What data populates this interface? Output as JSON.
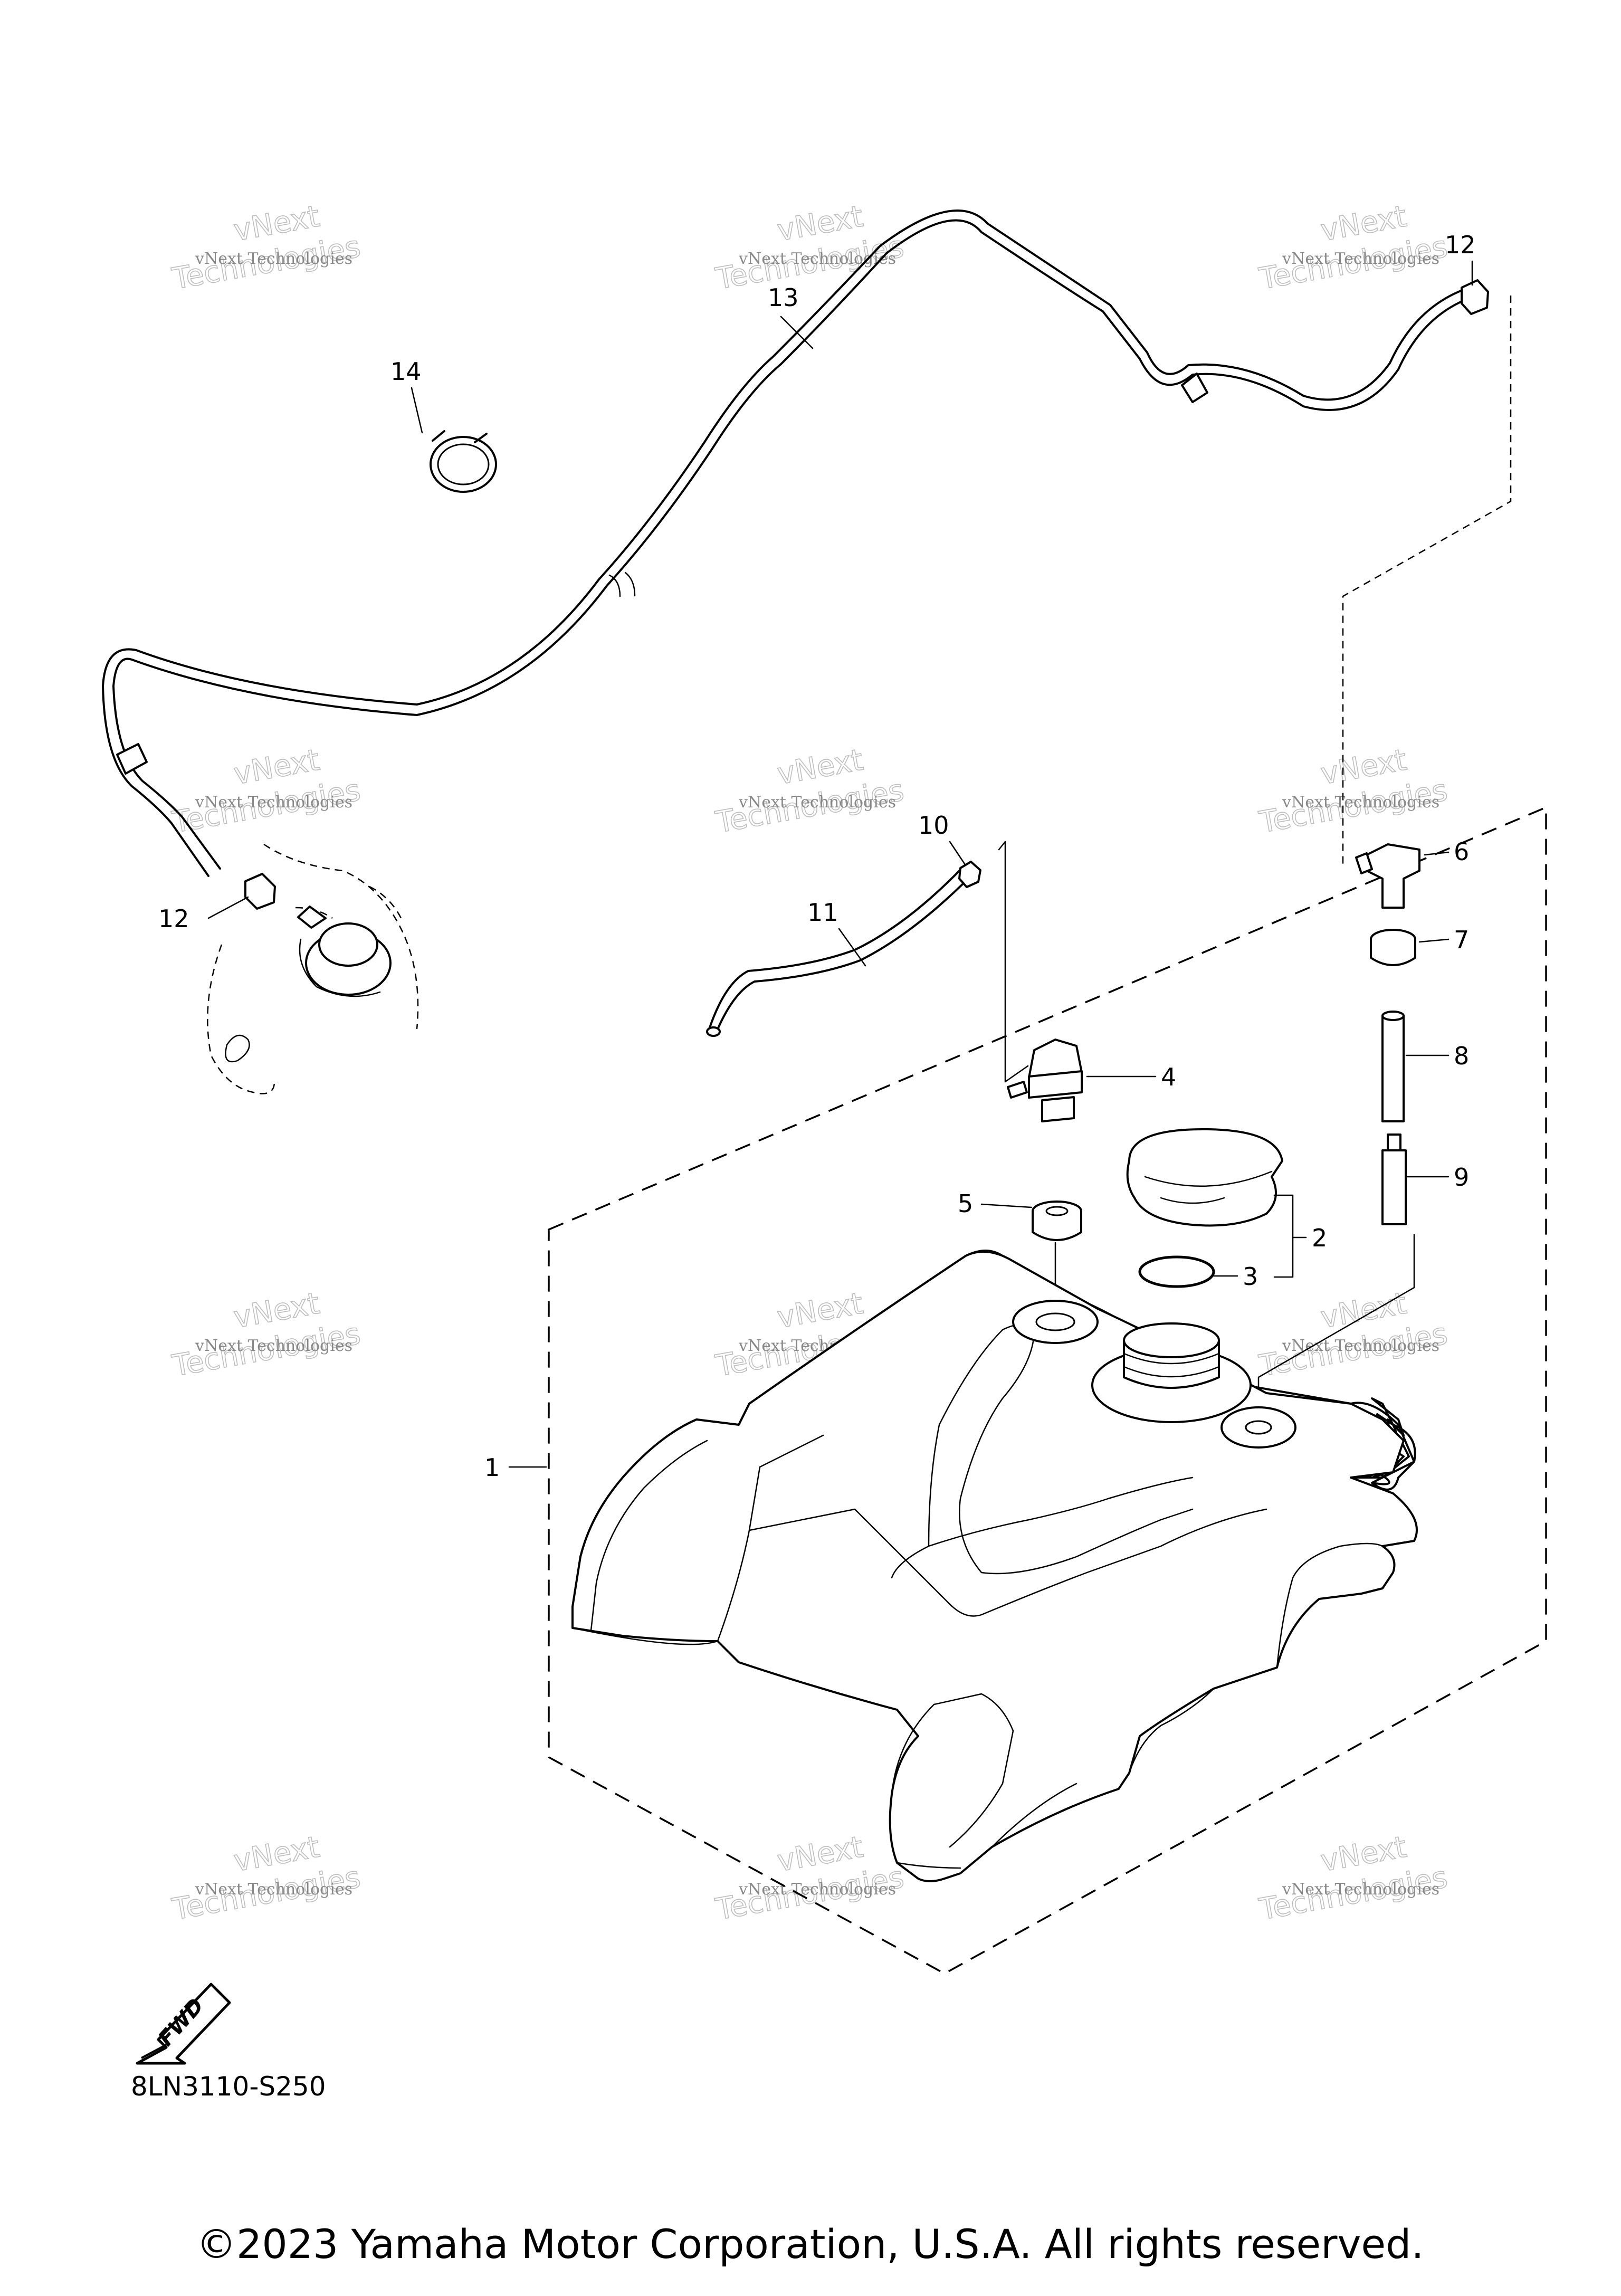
{
  "diagram": {
    "part_code": "8LN3110-S250",
    "copyright": "©2023 Yamaha Motor Corporation, U.S.A. All rights reserved.",
    "fwd_label": "FWD",
    "callouts": {
      "c1": "1",
      "c2": "2",
      "c3": "3",
      "c4": "4",
      "c5": "5",
      "c6": "6",
      "c7": "7",
      "c8": "8",
      "c9": "9",
      "c10": "10",
      "c11": "11",
      "c12a": "12",
      "c12b": "12",
      "c13": "13",
      "c14": "14"
    },
    "watermark": {
      "line1": "vNext Technologies",
      "line2": "Technologies",
      "line3": "vNext"
    }
  }
}
